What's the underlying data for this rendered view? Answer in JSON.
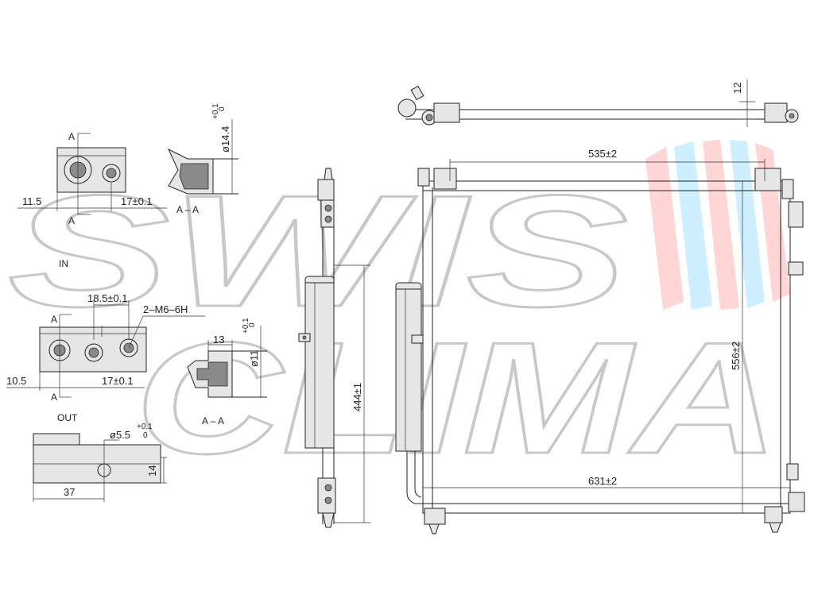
{
  "watermark": {
    "line1": "SWIS",
    "line2": "CLIMA"
  },
  "in_block": {
    "label": "IN",
    "section_top": "A",
    "section_bottom": "A",
    "dim_left": "11.5",
    "dim_spacing": "17±0.1",
    "section_label": "A – A",
    "bore_dim": "ø14.4",
    "bore_tol_upper": "+0.1",
    "bore_tol_lower": "0"
  },
  "out_block": {
    "label": "OUT",
    "section_top": "A",
    "section_bottom": "A",
    "dim_left": "10.5",
    "dim_spacing": "17±0.1",
    "dim_top": "18.5±0.1",
    "thread": "2–M6–6H",
    "section_label": "A – A",
    "section_width": "13",
    "bore_dim": "ø11",
    "bore_tol_upper": "+0.1",
    "bore_tol_lower": "0"
  },
  "bracket": {
    "hole_dim": "ø5.5",
    "hole_tol_upper": "+0.1",
    "hole_tol_lower": "0",
    "dim_width": "37",
    "dim_height": "14"
  },
  "side_view": {
    "height_dim": "444±1"
  },
  "main_view": {
    "top_dim": "12",
    "upper_width": "535±2",
    "height_dim": "556±2",
    "lower_width": "631±2"
  }
}
